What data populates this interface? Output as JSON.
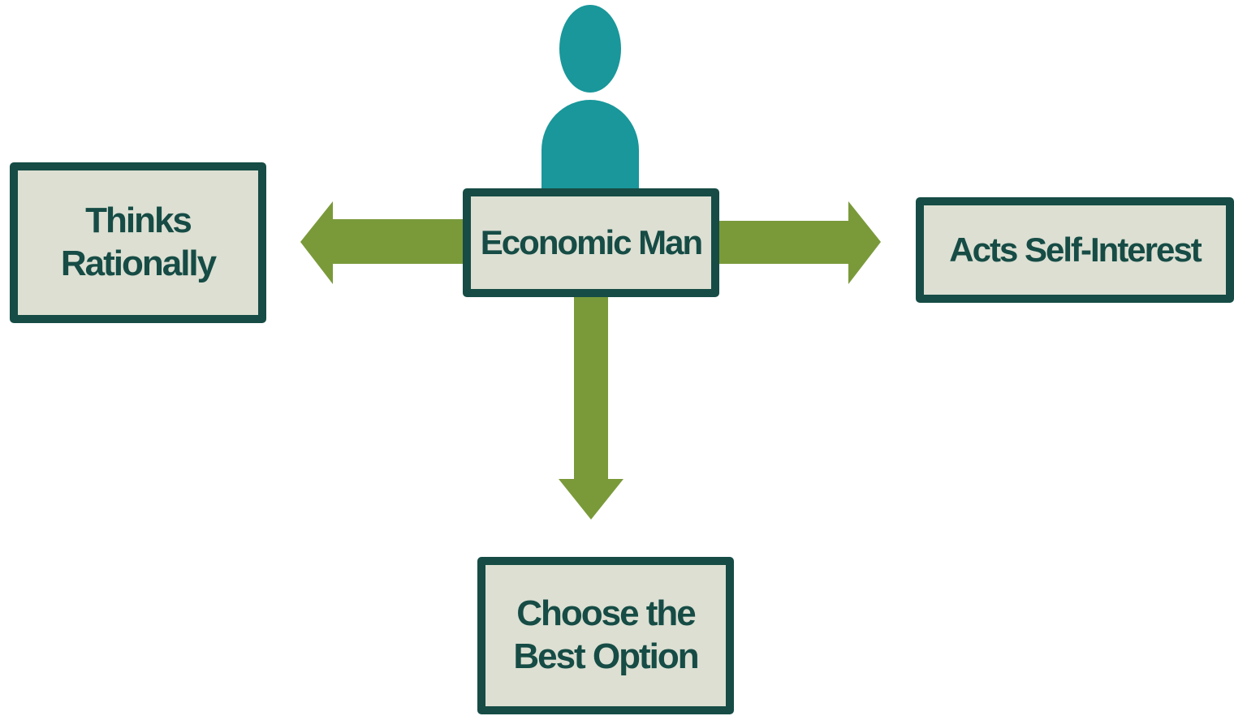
{
  "diagram": {
    "center_label": "Economic Man",
    "left_label": "Thinks\nRationally",
    "right_label": "Acts Self-Interest",
    "bottom_label": "Choose the\nBest Option"
  },
  "colors": {
    "arrow": "#7a9a3a",
    "box_border": "#164c45",
    "box_fill": "#dcdfd2",
    "person": "#19979a",
    "text": "#164c45"
  },
  "icons": {
    "person": "person-icon"
  }
}
